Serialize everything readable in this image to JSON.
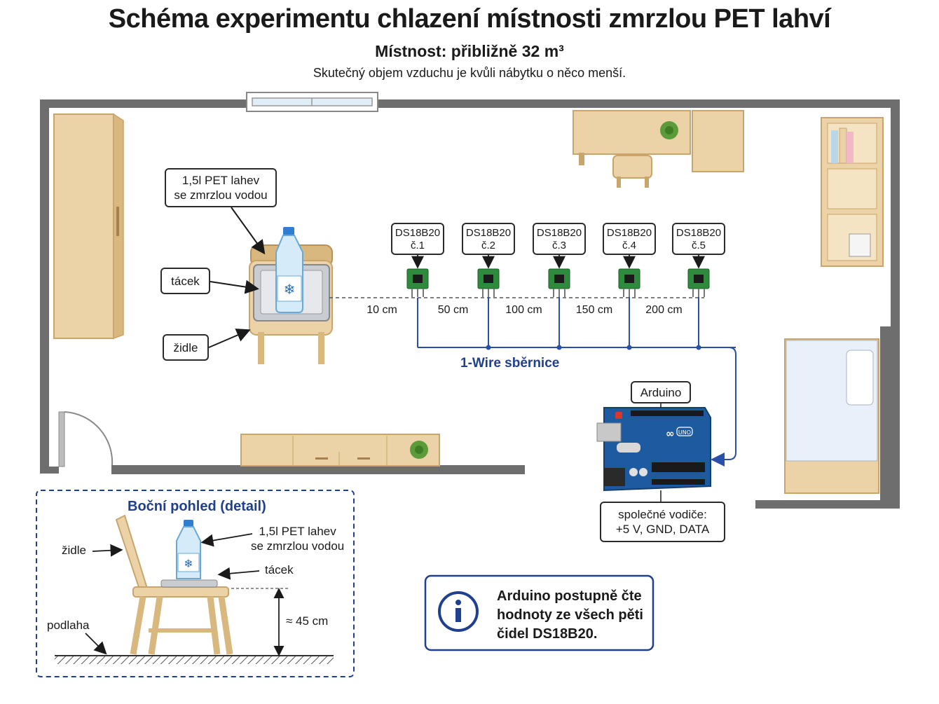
{
  "header": {
    "title": "Schéma experimentu chlazení místnosti zmrzlou PET lahví",
    "subtitle": "Místnost: přibližně 32 m³",
    "note": "Skutečný objem vzduchu je kvůli nábytku o něco menší."
  },
  "labels": {
    "bottle": [
      "1,5l PET lahev",
      "se zmrzlou vodou"
    ],
    "tray": "tácek",
    "chair": "židle",
    "arduino": "Arduino",
    "wires": [
      "společné vodiče:",
      "+5 V, GND, DATA"
    ],
    "bus": "1-Wire sběrnice"
  },
  "sensors": [
    {
      "name": "DS18B20",
      "num": "č.1",
      "distance": "10 cm"
    },
    {
      "name": "DS18B20",
      "num": "č.2",
      "distance": "50 cm"
    },
    {
      "name": "DS18B20",
      "num": "č.3",
      "distance": "100 cm"
    },
    {
      "name": "DS18B20",
      "num": "č.4",
      "distance": "150 cm"
    },
    {
      "name": "DS18B20",
      "num": "č.5",
      "distance": "200 cm"
    }
  ],
  "side_view": {
    "title": "Boční pohled (detail)",
    "chair": "židle",
    "bottle": [
      "1,5l PET lahev",
      "se zmrzlou vodou"
    ],
    "tray": "tácek",
    "height": "≈ 45 cm",
    "floor": "podlaha"
  },
  "info": {
    "icon": "info-icon",
    "lines": [
      "Arduino postupně čte",
      "hodnoty ze všech pěti",
      "čidel DS18B20."
    ]
  },
  "colors": {
    "wall": "#6e6e6e",
    "wood": "#ecd3a7",
    "wood_dark": "#c9a46b",
    "bus": "#2a4fa8",
    "board": "#1e5aa0",
    "sensor_pcb": "#2e8b3e"
  }
}
